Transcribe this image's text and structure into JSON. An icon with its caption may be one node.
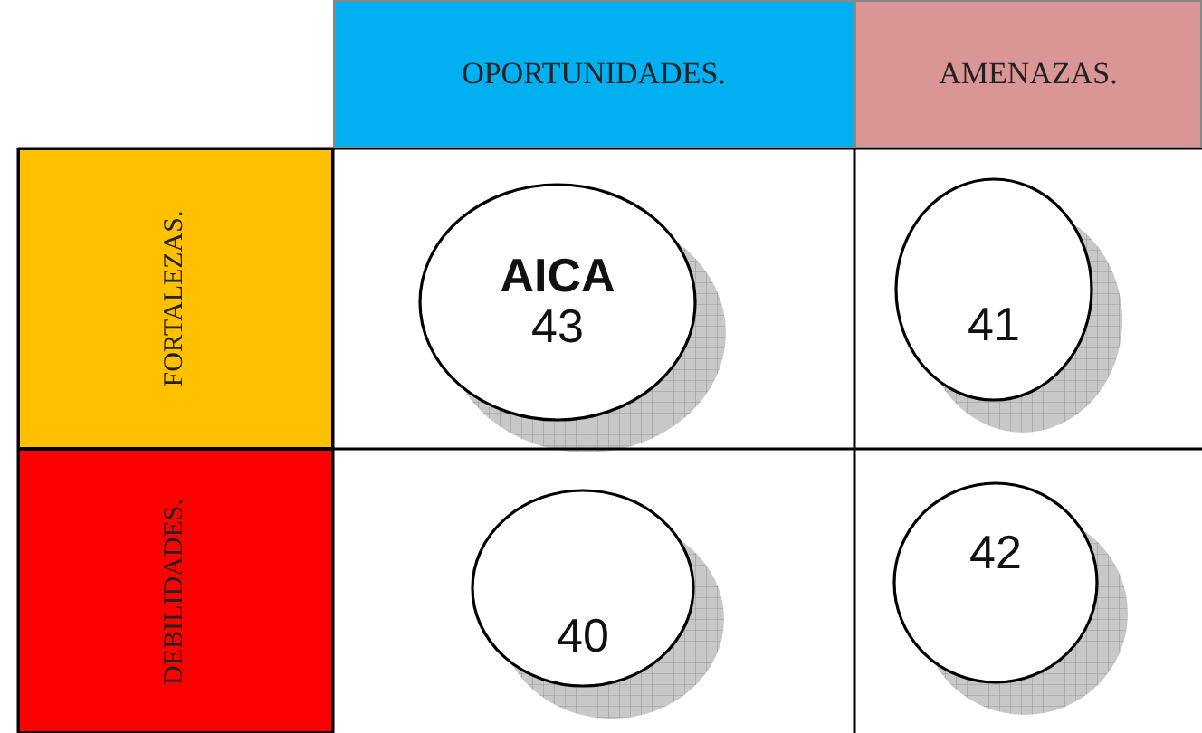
{
  "diagram": {
    "nodes": [
      {
        "text": [
          "OPORTUNIDADES."
        ]
      },
      {
        "text": [
          "AMENAZAS."
        ]
      },
      {
        "text": [
          "FORTALEZAS."
        ]
      },
      {
        "text": [
          "DEBILIDADES."
        ]
      },
      {
        "text": [
          "AICA",
          "43"
        ]
      },
      {
        "text": [
          "41"
        ]
      },
      {
        "text": [
          "40"
        ]
      },
      {
        "text": [
          "42"
        ]
      }
    ]
  }
}
